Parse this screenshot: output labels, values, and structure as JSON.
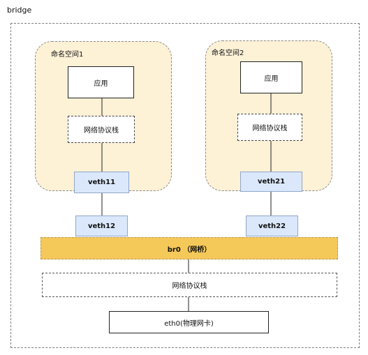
{
  "title": "bridge",
  "namespaces": [
    {
      "label": "命名空间1",
      "app": "应用",
      "stack": "网络协议栈",
      "veth": "veth11"
    },
    {
      "label": "命名空间2",
      "app": "应用",
      "stack": "网络协议栈",
      "veth": "veth21"
    }
  ],
  "bridge_ports": {
    "left": "veth12",
    "right": "veth22"
  },
  "bridge": "br0 （网桥）",
  "host_stack": "网络协议栈",
  "nic": "eth0(物理网卡)",
  "colors": {
    "namespace_fill": "#fdf1d6",
    "veth_fill": "#dbe8fb",
    "bridge_fill": "#f5c85a"
  }
}
